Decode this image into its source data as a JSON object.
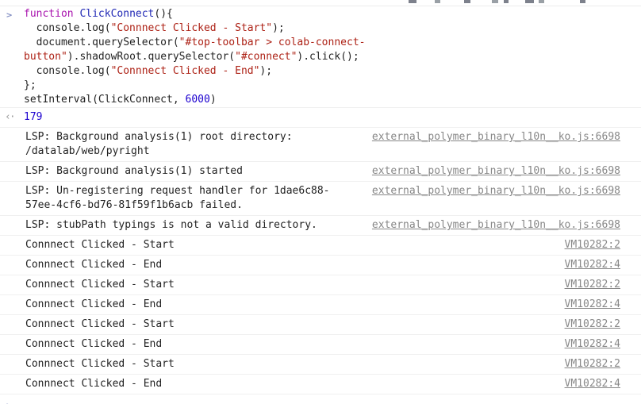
{
  "input": {
    "prompt": ">",
    "code_lines": [
      [
        {
          "t": "function",
          "c": "kw"
        },
        {
          "t": " ",
          "c": "plain"
        },
        {
          "t": "ClickConnect",
          "c": "def"
        },
        {
          "t": "(){",
          "c": "plain"
        }
      ],
      [
        {
          "t": "  console.log(",
          "c": "plain"
        },
        {
          "t": "\"Connnect Clicked - Start\"",
          "c": "str"
        },
        {
          "t": ");",
          "c": "plain"
        }
      ],
      [
        {
          "t": "  document.querySelector(",
          "c": "plain"
        },
        {
          "t": "\"#top-toolbar > colab-connect-",
          "c": "str"
        }
      ],
      [
        {
          "t": "button\"",
          "c": "str"
        },
        {
          "t": ").shadowRoot.querySelector(",
          "c": "plain"
        },
        {
          "t": "\"#connect\"",
          "c": "str"
        },
        {
          "t": ").click();",
          "c": "plain"
        }
      ],
      [
        {
          "t": "  console.log(",
          "c": "plain"
        },
        {
          "t": "\"Connnect Clicked - End\"",
          "c": "str"
        },
        {
          "t": ");",
          "c": "plain"
        }
      ],
      [
        {
          "t": "};",
          "c": "plain"
        }
      ],
      [
        {
          "t": "setInterval(ClickConnect, ",
          "c": "plain"
        },
        {
          "t": "6000",
          "c": "num"
        },
        {
          "t": ")",
          "c": "plain"
        }
      ]
    ]
  },
  "result": {
    "icon": "‹·",
    "value": "179"
  },
  "logs": [
    {
      "lines": [
        "LSP: Background analysis(1) root directory:",
        "/datalab/web/pyright"
      ],
      "source": "external_polymer_binary_l10n__ko.js:6698"
    },
    {
      "lines": [
        "LSP: Background analysis(1) started"
      ],
      "source": "external_polymer_binary_l10n__ko.js:6698"
    },
    {
      "lines": [
        "LSP: Un-registering request handler for 1dae6c88-",
        "57ee-4cf6-bd76-81f59f1b6acb failed."
      ],
      "source": "external_polymer_binary_l10n__ko.js:6698"
    },
    {
      "lines": [
        "LSP: stubPath typings is not a valid directory."
      ],
      "source": "external_polymer_binary_l10n__ko.js:6698"
    },
    {
      "lines": [
        "Connnect Clicked - Start"
      ],
      "source": "VM10282:2"
    },
    {
      "lines": [
        "Connnect Clicked - End"
      ],
      "source": "VM10282:4"
    },
    {
      "lines": [
        "Connnect Clicked - Start"
      ],
      "source": "VM10282:2"
    },
    {
      "lines": [
        "Connnect Clicked - End"
      ],
      "source": "VM10282:4"
    },
    {
      "lines": [
        "Connnect Clicked - Start"
      ],
      "source": "VM10282:2"
    },
    {
      "lines": [
        "Connnect Clicked - End"
      ],
      "source": "VM10282:4"
    },
    {
      "lines": [
        "Connnect Clicked - Start"
      ],
      "source": "VM10282:2"
    },
    {
      "lines": [
        "Connnect Clicked - End"
      ],
      "source": "VM10282:4"
    }
  ],
  "colors": {
    "keyword": "#a812ae",
    "function_def": "#2028b5",
    "string": "#ad2115",
    "number": "#1c00cf",
    "link_gray": "#878787",
    "row_border": "#f0f0f0",
    "prompt_blue": "#8591c4"
  }
}
